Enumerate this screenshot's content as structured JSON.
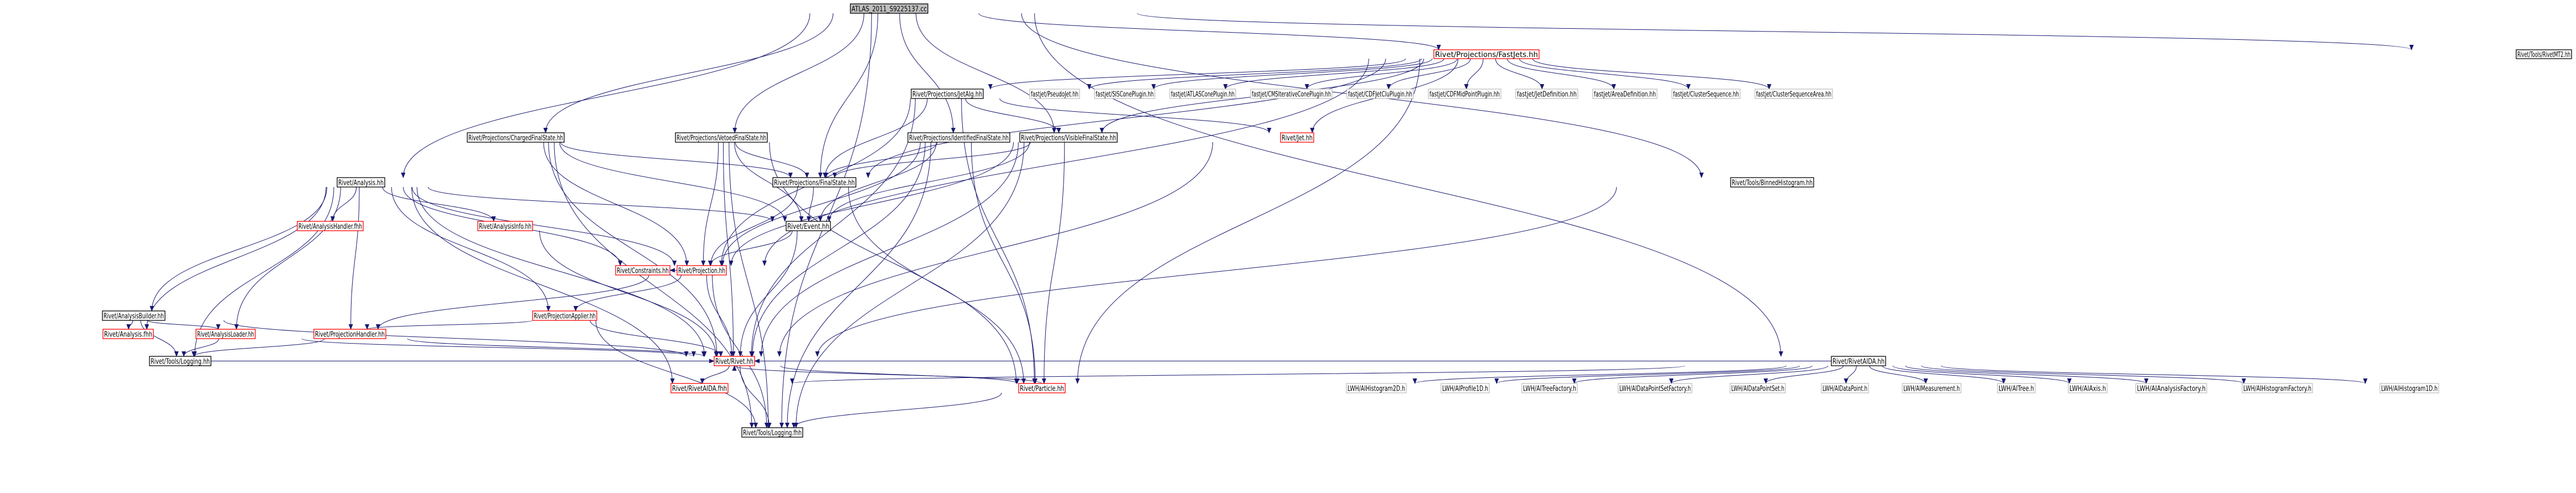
{
  "nodes": [
    {
      "id": "root",
      "label": "ATLAS_2011_S9225137.cc",
      "style": "focus"
    },
    {
      "id": "fastjets",
      "label": "Rivet/Projections/FastJets.hh",
      "style": "red"
    },
    {
      "id": "rivetmt2",
      "label": "Rivet/Tools/RivetMT2.hh",
      "style": "black"
    },
    {
      "id": "jetalg",
      "label": "Rivet/Projections/JetAlg.hh",
      "style": "black"
    },
    {
      "id": "pseudojet",
      "label": "fastjet/PseudoJet.hh",
      "style": "gray"
    },
    {
      "id": "siscone",
      "label": "fastjet/SISConePlugin.hh",
      "style": "gray"
    },
    {
      "id": "atlascone",
      "label": "fastjet/ATLASConePlugin.hh",
      "style": "gray"
    },
    {
      "id": "cmscone",
      "label": "fastjet/CMSIterativeConePlugin.hh",
      "style": "gray"
    },
    {
      "id": "cdfjetclu",
      "label": "fastjet/CDFJetCluPlugin.hh",
      "style": "gray"
    },
    {
      "id": "cdfmidpoint",
      "label": "fastjet/CDFMidPointPlugin.hh",
      "style": "gray"
    },
    {
      "id": "jetdef",
      "label": "fastjet/JetDefinition.hh",
      "style": "gray"
    },
    {
      "id": "areadef",
      "label": "fastjet/AreaDefinition.hh",
      "style": "gray"
    },
    {
      "id": "clusterseq",
      "label": "fastjet/ClusterSequence.hh",
      "style": "gray"
    },
    {
      "id": "clusterseqarea",
      "label": "fastjet/ClusterSequenceArea.hh",
      "style": "gray"
    },
    {
      "id": "chargedfs",
      "label": "Rivet/Projections/ChargedFinalState.hh",
      "style": "black"
    },
    {
      "id": "vetoedfs",
      "label": "Rivet/Projections/VetoedFinalState.hh",
      "style": "black"
    },
    {
      "id": "identifiedfs",
      "label": "Rivet/Projections/IdentifiedFinalState.hh",
      "style": "black"
    },
    {
      "id": "visiblefs",
      "label": "Rivet/Projections/VisibleFinalState.hh",
      "style": "black"
    },
    {
      "id": "jet",
      "label": "Rivet/Jet.hh",
      "style": "red"
    },
    {
      "id": "analysis",
      "label": "Rivet/Analysis.hh",
      "style": "black"
    },
    {
      "id": "finalstate",
      "label": "Rivet/Projections/FinalState.hh",
      "style": "black"
    },
    {
      "id": "binnedhisto",
      "label": "Rivet/Tools/BinnedHistogram.hh",
      "style": "black"
    },
    {
      "id": "analysishandlerfhh",
      "label": "Rivet/AnalysisHandler.fhh",
      "style": "red"
    },
    {
      "id": "event",
      "label": "Rivet/Event.hh",
      "style": "black"
    },
    {
      "id": "analysisinfo",
      "label": "Rivet/AnalysisInfo.hh",
      "style": "red"
    },
    {
      "id": "projection",
      "label": "Rivet/Projection.hh",
      "style": "red"
    },
    {
      "id": "constraints",
      "label": "Rivet/Constraints.hh",
      "style": "red"
    },
    {
      "id": "projapplier",
      "label": "Rivet/ProjectionApplier.hh",
      "style": "red"
    },
    {
      "id": "analysisbuilder",
      "label": "Rivet/AnalysisBuilder.hh",
      "style": "black"
    },
    {
      "id": "analysisfhh",
      "label": "Rivet/Analysis.fhh",
      "style": "red"
    },
    {
      "id": "analysisloader",
      "label": "Rivet/AnalysisLoader.hh",
      "style": "red"
    },
    {
      "id": "projhandler",
      "label": "Rivet/ProjectionHandler.hh",
      "style": "red"
    },
    {
      "id": "toolslogginghh",
      "label": "Rivet/Tools/Logging.hh",
      "style": "black"
    },
    {
      "id": "rivethh",
      "label": "Rivet/Rivet.hh",
      "style": "red"
    },
    {
      "id": "rivetaidafhh",
      "label": "Rivet/RivetAIDA.fhh",
      "style": "red"
    },
    {
      "id": "particle",
      "label": "Rivet/Particle.hh",
      "style": "red"
    },
    {
      "id": "toolsloggingfhh",
      "label": "Rivet/Tools/Logging.fhh",
      "style": "black"
    },
    {
      "id": "rivetaidahh",
      "label": "Rivet/RivetAIDA.hh",
      "style": "black"
    },
    {
      "id": "ihistogram2d",
      "label": "LWH/AIHistogram2D.h",
      "style": "gray"
    },
    {
      "id": "iprofile1d",
      "label": "LWH/AIProfile1D.h",
      "style": "gray"
    },
    {
      "id": "itreefactory",
      "label": "LWH/AITreeFactory.h",
      "style": "gray"
    },
    {
      "id": "idpsfactory",
      "label": "LWH/AIDataPointSetFactory.h",
      "style": "gray"
    },
    {
      "id": "idps",
      "label": "LWH/AIDataPointSet.h",
      "style": "gray"
    },
    {
      "id": "idp",
      "label": "LWH/AIDataPoint.h",
      "style": "gray"
    },
    {
      "id": "imeasurement",
      "label": "LWH/AIMeasurement.h",
      "style": "gray"
    },
    {
      "id": "itree",
      "label": "LWH/AITree.h",
      "style": "gray"
    },
    {
      "id": "iaxis",
      "label": "LWH/AIAxis.h",
      "style": "gray"
    },
    {
      "id": "ianalysisfactory",
      "label": "LWH/AIAnalysisFactory.h",
      "style": "gray"
    },
    {
      "id": "ihistofactory",
      "label": "LWH/AIHistogramFactory.h",
      "style": "gray"
    },
    {
      "id": "ihistogram1d",
      "label": "LWH/AIHistogram1D.h",
      "style": "gray"
    }
  ],
  "edges": [
    [
      "root",
      "fastjets"
    ],
    [
      "root",
      "rivetmt2"
    ],
    [
      "root",
      "analysis"
    ],
    [
      "root",
      "chargedfs"
    ],
    [
      "root",
      "vetoedfs"
    ],
    [
      "root",
      "identifiedfs"
    ],
    [
      "root",
      "visiblefs"
    ],
    [
      "root",
      "finalstate"
    ],
    [
      "root",
      "binnedhisto"
    ],
    [
      "root",
      "rivetaidahh"
    ],
    [
      "root",
      "toolsloggingfhh"
    ],
    [
      "fastjets",
      "jetalg"
    ],
    [
      "fastjets",
      "pseudojet"
    ],
    [
      "fastjets",
      "siscone"
    ],
    [
      "fastjets",
      "atlascone"
    ],
    [
      "fastjets",
      "cmscone"
    ],
    [
      "fastjets",
      "cdfjetclu"
    ],
    [
      "fastjets",
      "cdfmidpoint"
    ],
    [
      "fastjets",
      "jetdef"
    ],
    [
      "fastjets",
      "areadef"
    ],
    [
      "fastjets",
      "clusterseq"
    ],
    [
      "fastjets",
      "clusterseqarea"
    ],
    [
      "fastjets",
      "jet"
    ],
    [
      "fastjets",
      "finalstate"
    ],
    [
      "fastjets",
      "projection"
    ],
    [
      "fastjets",
      "particle"
    ],
    [
      "fastjets",
      "visiblefs"
    ],
    [
      "jetalg",
      "jet"
    ],
    [
      "jetalg",
      "finalstate"
    ],
    [
      "jetalg",
      "visiblefs"
    ],
    [
      "jetalg",
      "projection"
    ],
    [
      "jetalg",
      "rivethh"
    ],
    [
      "jetalg",
      "particle"
    ],
    [
      "chargedfs",
      "finalstate"
    ],
    [
      "chargedfs",
      "event"
    ],
    [
      "chargedfs",
      "projection"
    ],
    [
      "chargedfs",
      "rivethh"
    ],
    [
      "chargedfs",
      "toolsloggingfhh"
    ],
    [
      "vetoedfs",
      "finalstate"
    ],
    [
      "vetoedfs",
      "event"
    ],
    [
      "vetoedfs",
      "projection"
    ],
    [
      "vetoedfs",
      "rivethh"
    ],
    [
      "vetoedfs",
      "particle"
    ],
    [
      "vetoedfs",
      "toolsloggingfhh"
    ],
    [
      "identifiedfs",
      "finalstate"
    ],
    [
      "identifiedfs",
      "event"
    ],
    [
      "identifiedfs",
      "projection"
    ],
    [
      "identifiedfs",
      "rivethh"
    ],
    [
      "identifiedfs",
      "particle"
    ],
    [
      "identifiedfs",
      "toolsloggingfhh"
    ],
    [
      "visiblefs",
      "finalstate"
    ],
    [
      "visiblefs",
      "event"
    ],
    [
      "visiblefs",
      "projection"
    ],
    [
      "visiblefs",
      "rivethh"
    ],
    [
      "visiblefs",
      "particle"
    ],
    [
      "visiblefs",
      "toolsloggingfhh"
    ],
    [
      "jet",
      "rivethh"
    ],
    [
      "analysis",
      "analysishandlerfhh"
    ],
    [
      "analysis",
      "event"
    ],
    [
      "analysis",
      "analysisinfo"
    ],
    [
      "analysis",
      "projection"
    ],
    [
      "analysis",
      "constraints"
    ],
    [
      "analysis",
      "projapplier"
    ],
    [
      "analysis",
      "analysisbuilder"
    ],
    [
      "analysis",
      "analysisfhh"
    ],
    [
      "analysis",
      "analysisloader"
    ],
    [
      "analysis",
      "projhandler"
    ],
    [
      "analysis",
      "toolslogginghh"
    ],
    [
      "analysis",
      "rivethh"
    ],
    [
      "analysis",
      "rivetaidafhh"
    ],
    [
      "finalstate",
      "event"
    ],
    [
      "finalstate",
      "projection"
    ],
    [
      "finalstate",
      "particle"
    ],
    [
      "binnedhisto",
      "rivethh"
    ],
    [
      "event",
      "projection"
    ],
    [
      "event",
      "rivethh"
    ],
    [
      "analysisinfo",
      "rivethh"
    ],
    [
      "projection",
      "constraints"
    ],
    [
      "projection",
      "projapplier"
    ],
    [
      "projection",
      "projhandler"
    ],
    [
      "projection",
      "rivethh"
    ],
    [
      "projection",
      "toolsloggingfhh"
    ],
    [
      "projapplier",
      "projhandler"
    ],
    [
      "projapplier",
      "rivethh"
    ],
    [
      "projapplier",
      "toolsloggingfhh"
    ],
    [
      "analysisbuilder",
      "analysisfhh"
    ],
    [
      "analysisbuilder",
      "analysisloader"
    ],
    [
      "analysisbuilder",
      "toolslogginghh"
    ],
    [
      "analysisbuilder",
      "rivethh"
    ],
    [
      "analysisloader",
      "toolslogginghh"
    ],
    [
      "analysisloader",
      "rivethh"
    ],
    [
      "projhandler",
      "toolslogginghh"
    ],
    [
      "projhandler",
      "rivethh"
    ],
    [
      "toolslogginghh",
      "rivethh"
    ],
    [
      "rivethh",
      "rivetaidafhh"
    ],
    [
      "rivethh",
      "particle"
    ],
    [
      "rivethh",
      "toolsloggingfhh"
    ],
    [
      "particle",
      "rivethh"
    ],
    [
      "particle",
      "toolsloggingfhh"
    ],
    [
      "rivetaidahh",
      "rivethh"
    ],
    [
      "rivetaidahh",
      "rivetaidafhh"
    ],
    [
      "rivetaidahh",
      "ihistogram2d"
    ],
    [
      "rivetaidahh",
      "iprofile1d"
    ],
    [
      "rivetaidahh",
      "itreefactory"
    ],
    [
      "rivetaidahh",
      "idpsfactory"
    ],
    [
      "rivetaidahh",
      "idps"
    ],
    [
      "rivetaidahh",
      "idp"
    ],
    [
      "rivetaidahh",
      "imeasurement"
    ],
    [
      "rivetaidahh",
      "itree"
    ],
    [
      "rivetaidahh",
      "iaxis"
    ],
    [
      "rivetaidahh",
      "ianalysisfactory"
    ],
    [
      "rivetaidahh",
      "ihistofactory"
    ],
    [
      "rivetaidahh",
      "ihistogram1d"
    ]
  ],
  "colors": {
    "edge": "#191970",
    "node_border_black": "#000000",
    "node_border_red": "#ff0000",
    "node_border_gray": "#bfbfbf",
    "node_fill": "#ffffff",
    "focus_fill": "#bfbfbf",
    "text": "#000000"
  }
}
